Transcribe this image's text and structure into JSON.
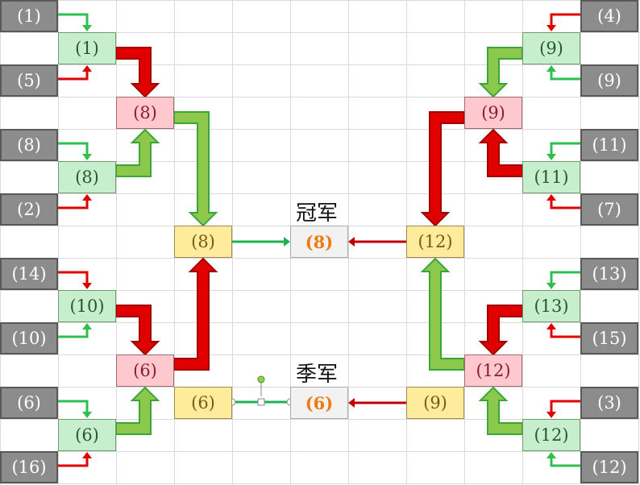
{
  "labels": {
    "champion": "冠军",
    "third_place": "季军"
  },
  "colors": {
    "seed": "#8c8c8c",
    "group": "#c7efce",
    "semi": "#ffc7ce",
    "final": "#ffeb9c",
    "result": "#f2f2f2",
    "red_arrow": "#e00000",
    "green_arrow": "#8cc84b",
    "result_text": "#f07a10"
  },
  "seeds": {
    "l1": "(1)",
    "l5": "(5)",
    "l8": "(8)",
    "l2": "(2)",
    "l14": "(14)",
    "l10": "(10)",
    "l6": "(6)",
    "l16": "(16)",
    "r4": "(4)",
    "r9": "(9)",
    "r11": "(11)",
    "r7": "(7)",
    "r13": "(13)",
    "r15": "(15)",
    "r3": "(3)",
    "r12": "(12)"
  },
  "round1": {
    "l1": "(1)",
    "l2": "(8)",
    "l3": "(10)",
    "l4": "(6)",
    "r1": "(9)",
    "r2": "(11)",
    "r3": "(13)",
    "r4": "(12)"
  },
  "round2": {
    "l_top": "(8)",
    "l_bottom": "(6)",
    "r_top": "(9)",
    "r_bottom": "(12)"
  },
  "final": {
    "left": "(8)",
    "right": "(12)",
    "champion": "(8)"
  },
  "third": {
    "left": "(6)",
    "right": "(9)",
    "winner": "(6)"
  }
}
